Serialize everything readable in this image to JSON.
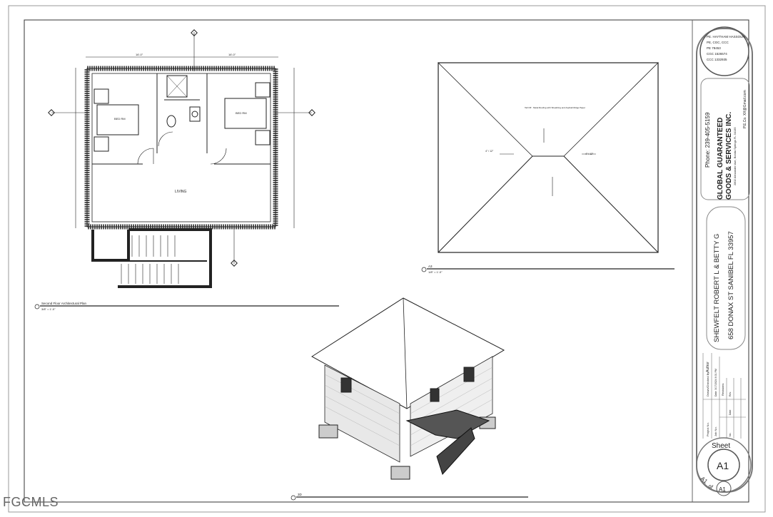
{
  "plan": {
    "title": "Second Floor Architectural Plan",
    "scale": "3/8\" = 1'-0\"",
    "dim_top_left": "16'-0\"",
    "dim_top_right": "16'-0\"",
    "room_left": "BED RM",
    "room_right": "BED RM",
    "room_main": "LIVING"
  },
  "roof": {
    "title": "A3",
    "scale": "1/8\" = 1'-0\"",
    "note": "Tall Off · Metal Roofing with Sheathing and Asphalt Ridge Paper",
    "slope": "4\" / 12\""
  },
  "iso": {
    "title": "3D"
  },
  "title_block": {
    "stamp": [
      "PE. HAYTHAM HASSOUN",
      "PE, CGC, CCC",
      "PE 78453",
      "CGC 1526574",
      "CCC 1332935"
    ],
    "phone": "Phone: 239-405-5159",
    "company_line1": "GLOBAL GUARANTEED",
    "company_line2": "GOODS & SERVICES INC.",
    "address": "2802 Alexander Ave, Bonita Springs FL 34135",
    "email": "P.E.Co. XX@Gmail.com",
    "owner": "SHEWFELT ROBERT L & BETTY G",
    "site": "658 DONAX ST SANIBEL FL 33957",
    "project_no": "Project No.",
    "job_no": "Job No.",
    "drawn_by": "Drawn/Checked By",
    "author": "Author",
    "date": "Date: 3/17/2024 6:31 PM",
    "revisions": "Revisions",
    "rev_cols": [
      "No.",
      "Date",
      "Rev."
    ],
    "sheet_label": "Sheet",
    "sheet": "A1",
    "of": "of",
    "total": "A1"
  },
  "watermark": "FGCMLS"
}
